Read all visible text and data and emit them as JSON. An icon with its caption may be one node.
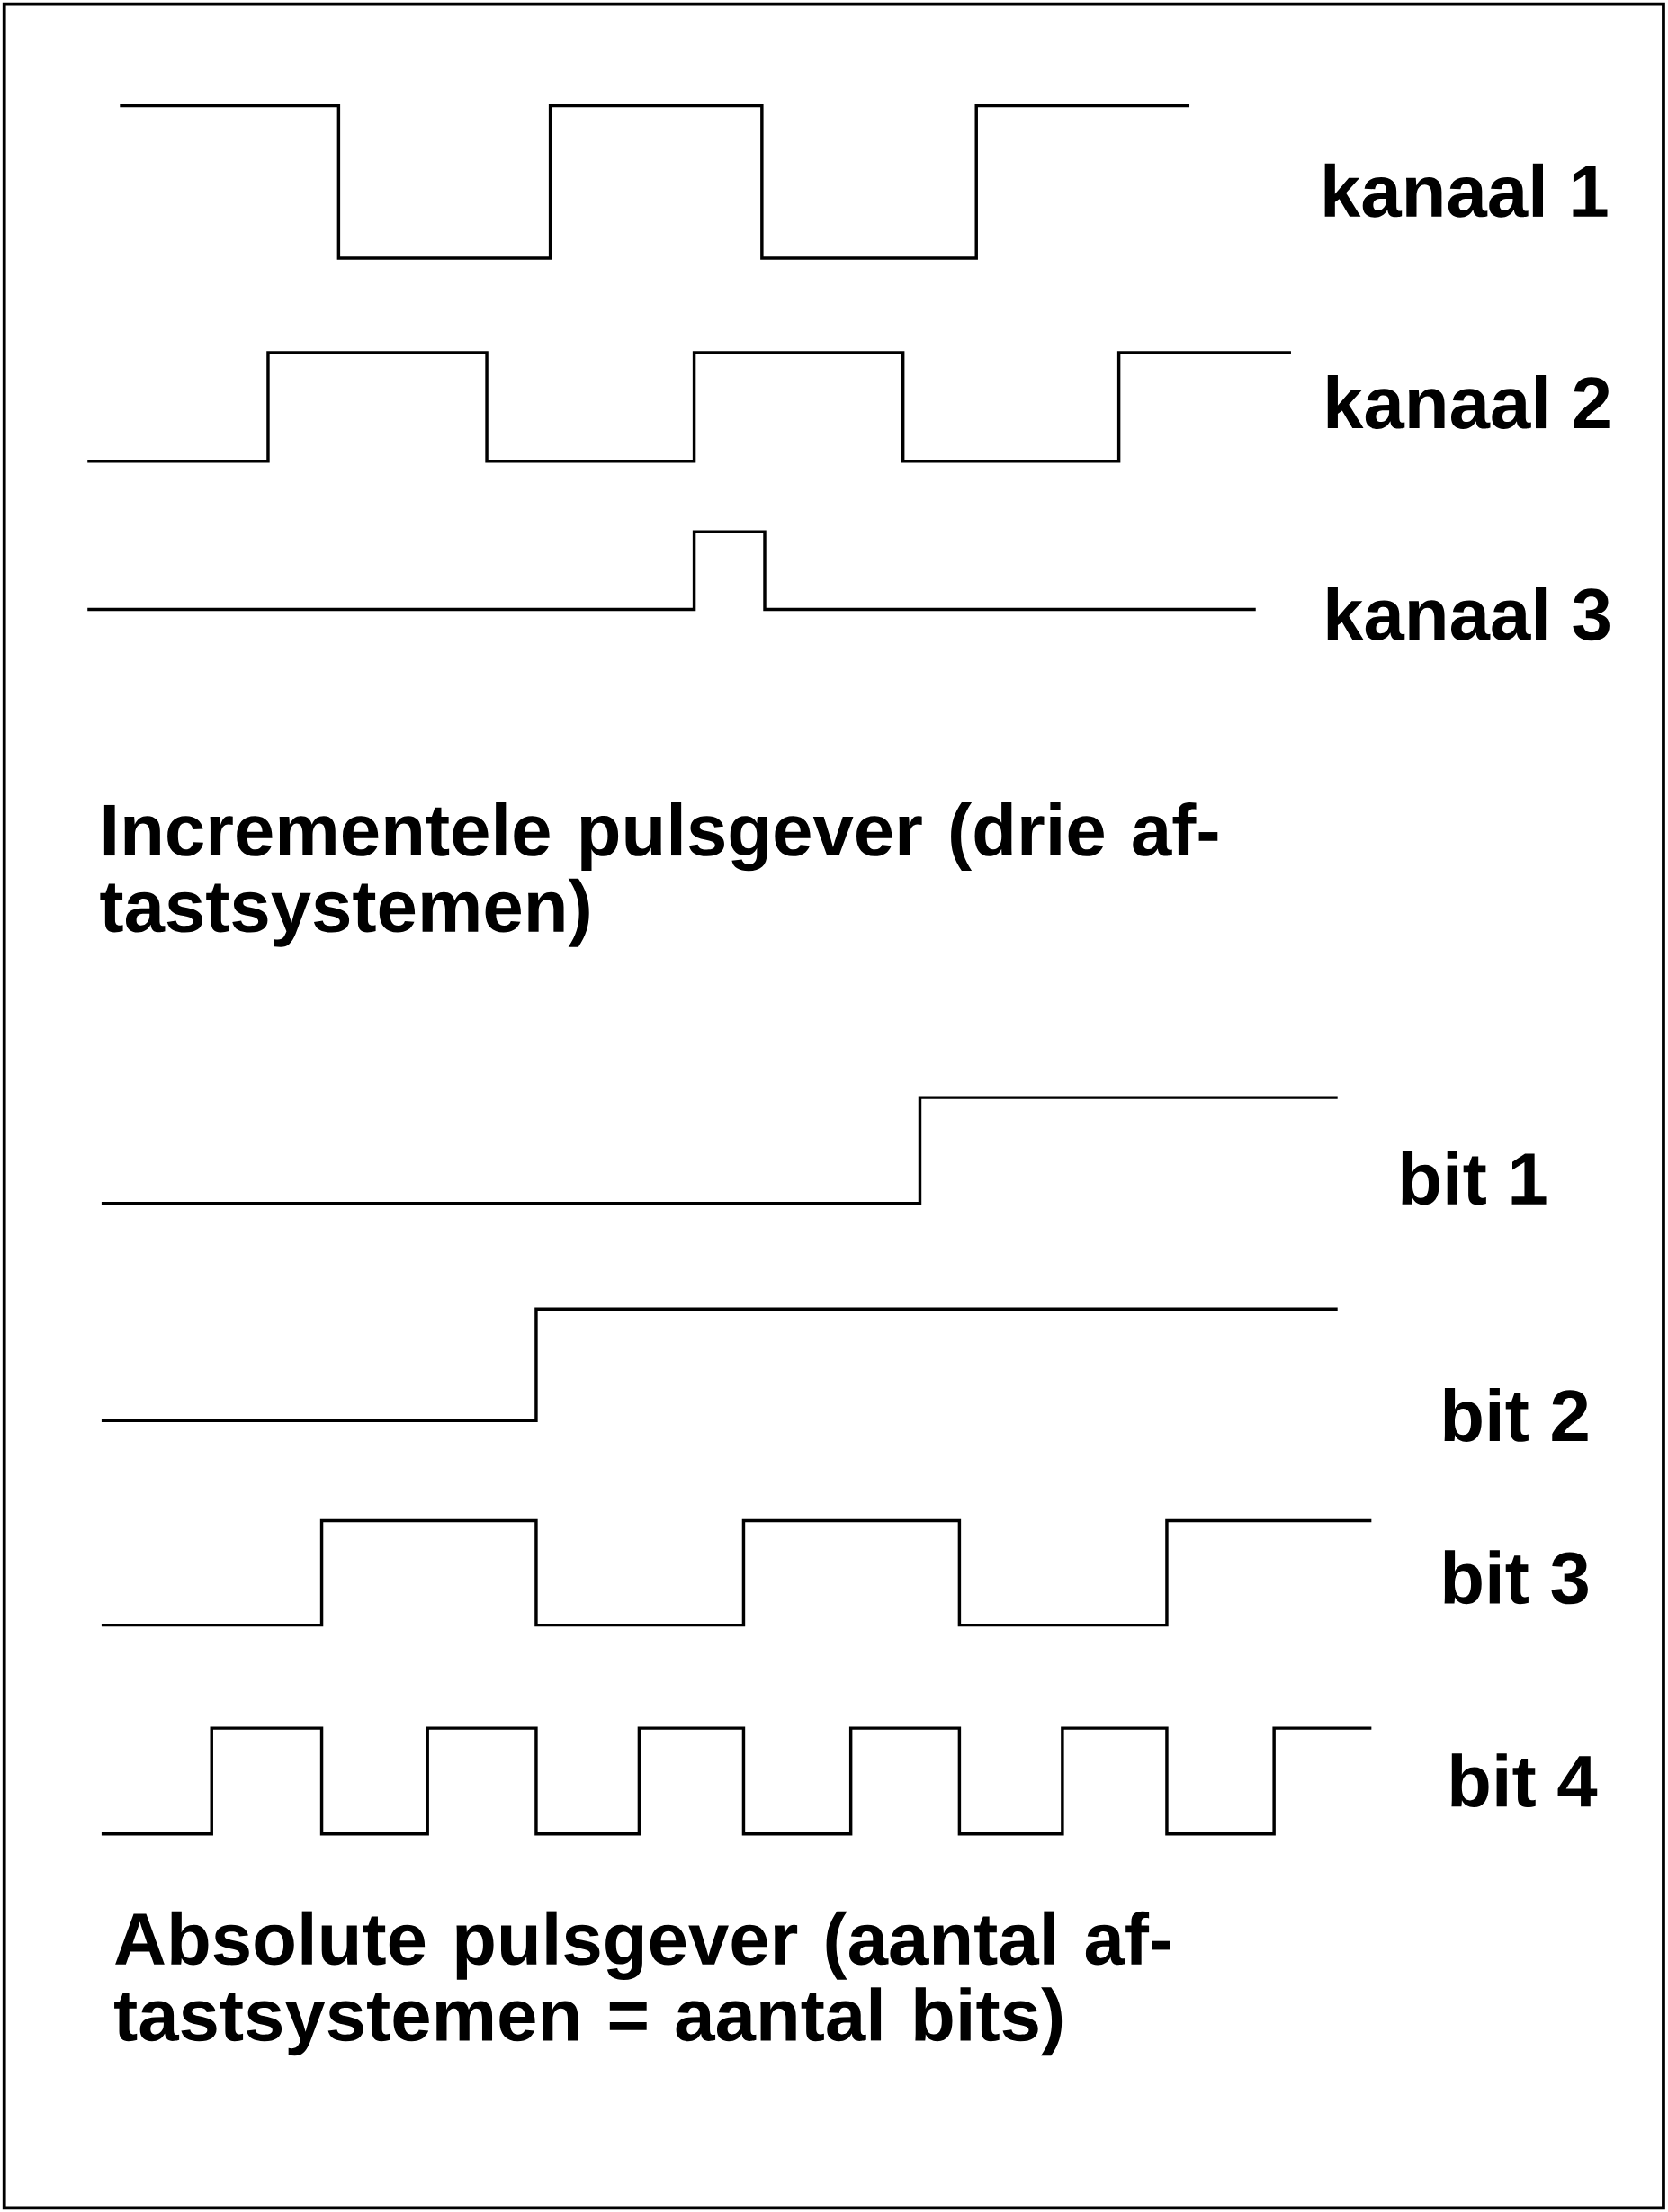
{
  "diagram": {
    "labels": [
      "kanaal 1",
      "kanaal 2",
      "kanaal 3",
      "Incrementele pulsgever (drie af- tastsystemen)",
      "bit 1",
      "bit 2",
      "bit 3",
      "bit 4",
      "Absolute pulsgever (aantal af- tastsystemen = aantal bits)"
    ]
  }
}
